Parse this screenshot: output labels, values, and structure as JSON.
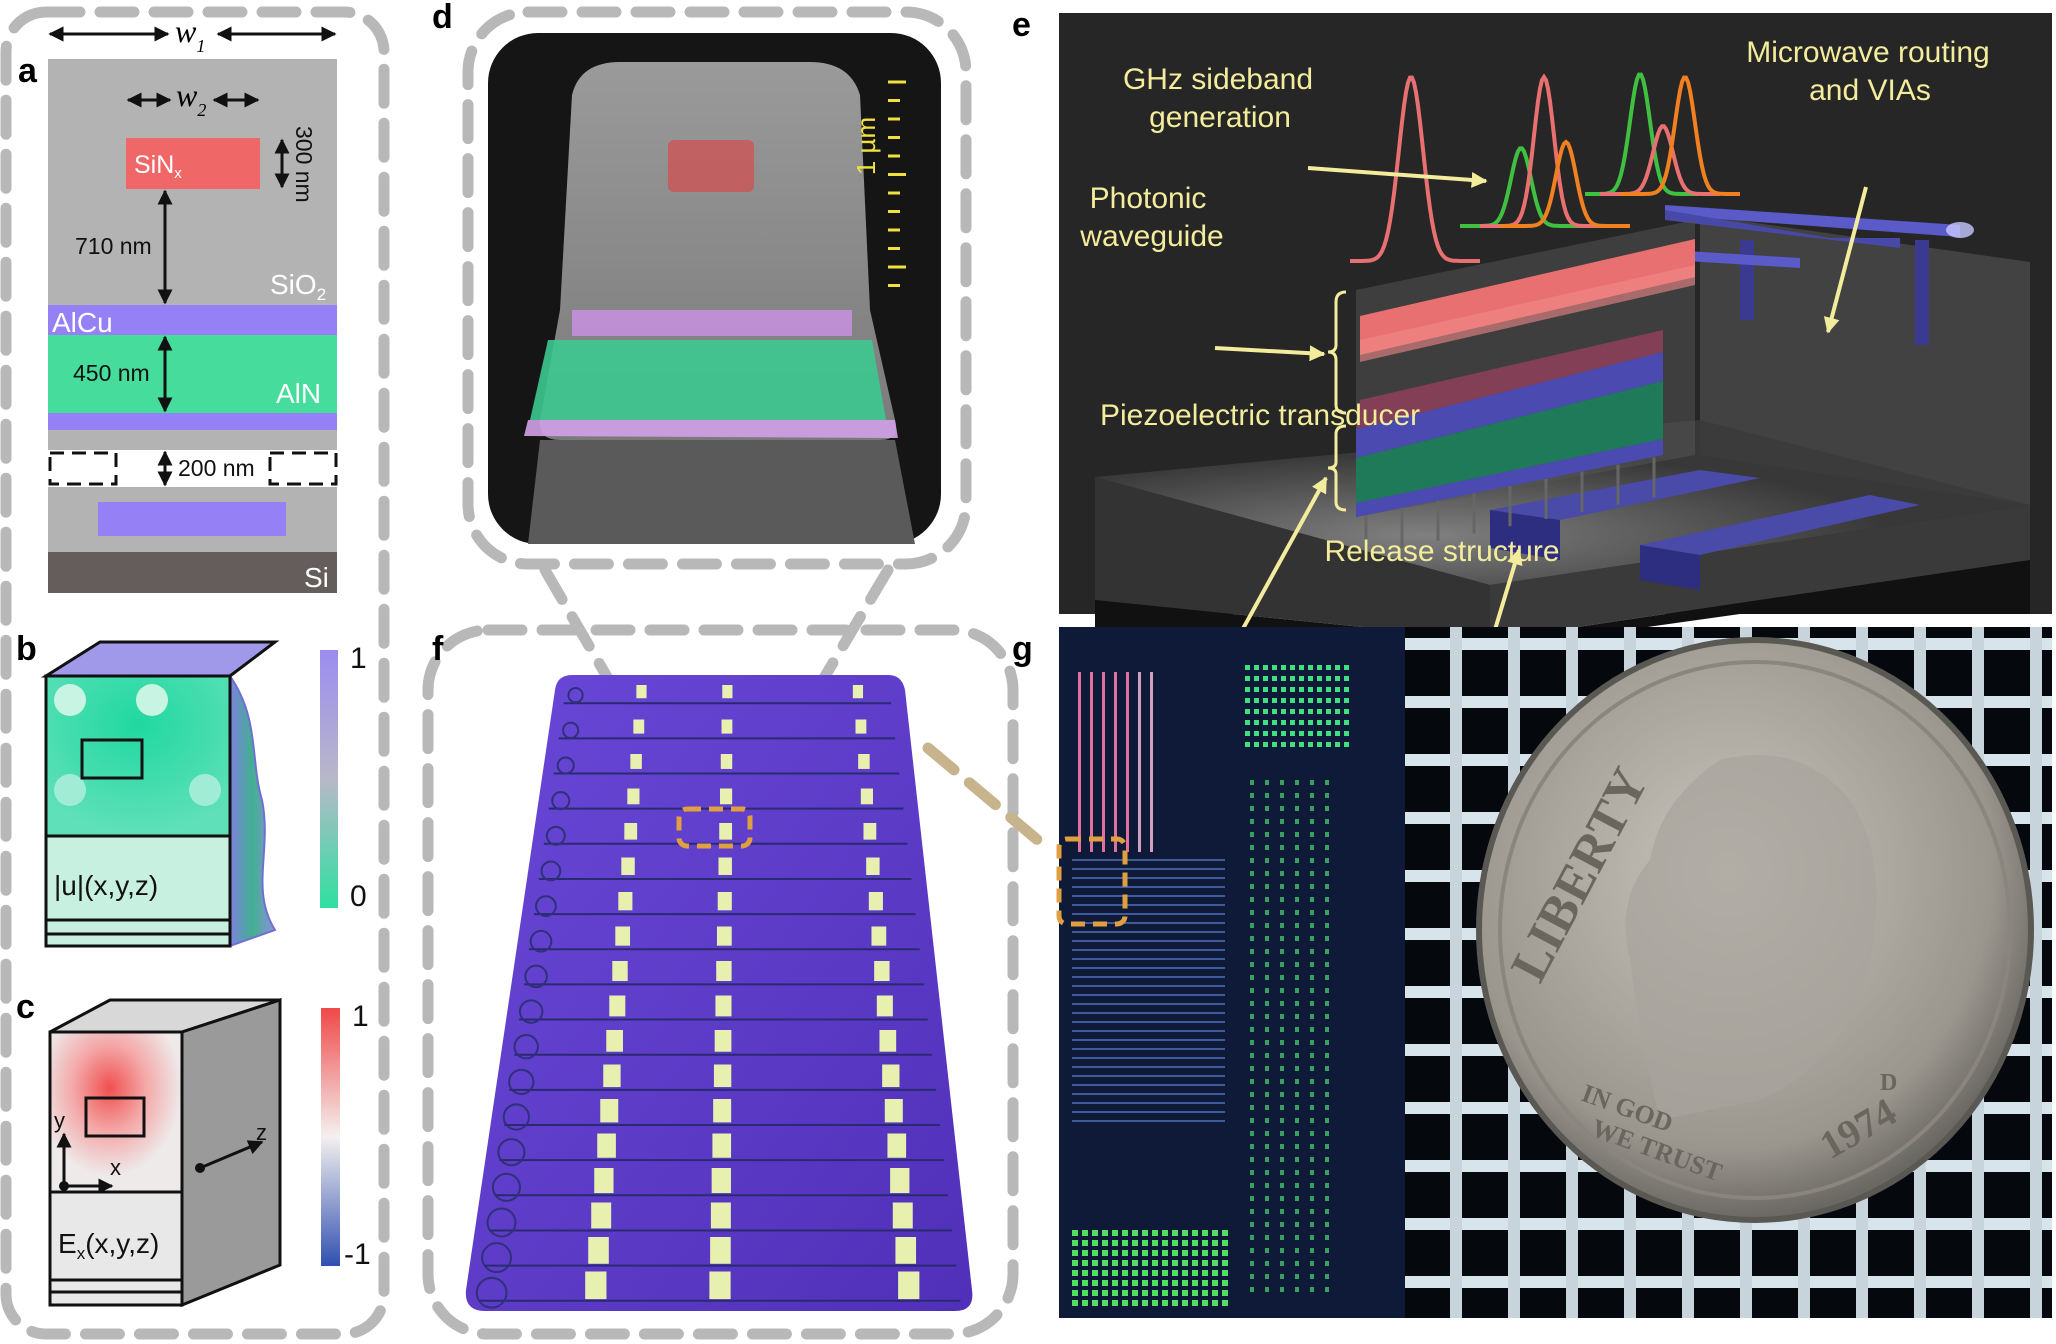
{
  "panel_labels": {
    "a": "a",
    "b": "b",
    "c": "c",
    "d": "d",
    "e": "e",
    "f": "f",
    "g": "g"
  },
  "panel_a": {
    "w1": {
      "main": "w",
      "sub": "1"
    },
    "w2": {
      "main": "w",
      "sub": "2"
    },
    "thickness_sinx": "300 nm",
    "gap_sinx_alcu": "710 nm",
    "thickness_aln": "450 nm",
    "release_gap": "200 nm",
    "materials": {
      "sinx": {
        "main": "SiN",
        "sub": "x"
      },
      "sio2": {
        "main": "SiO",
        "sub": "2"
      },
      "alcu": "AlCu",
      "aln": "AlN",
      "si": "Si"
    },
    "colors": {
      "sio2": "#b3b3b3",
      "sinx": "#ef6767",
      "alcu": "#9580f5",
      "aln": "#45dc9c",
      "si": "#655c5c"
    }
  },
  "panel_b": {
    "field_label": "|u|(x,y,z)",
    "colorbar": {
      "max": "1",
      "min": "0",
      "colors": [
        "#9a8cf0",
        "#b8b8c8",
        "#2ee0a0"
      ]
    }
  },
  "panel_c": {
    "field_label": {
      "main": "E",
      "sub": "x",
      "rest": "(x,y,z)"
    },
    "axes": {
      "y": "y",
      "x": "x",
      "z": "z"
    },
    "colorbar": {
      "max": "1",
      "min": "-1",
      "colors": [
        "#f04848",
        "#f4f0f0",
        "#3050b0"
      ]
    }
  },
  "panel_d": {
    "scale_bar": "1 µm"
  },
  "panel_e": {
    "labels": {
      "sideband_1": "GHz sideband",
      "sideband_2": "generation",
      "waveguide_1": "Photonic",
      "waveguide_2": "waveguide",
      "routing_1": "Microwave routing",
      "routing_2": "and VIAs",
      "transducer": "Piezoelectric transducer",
      "release": "Release structure"
    },
    "annotation_color": "#f3ec9c"
  },
  "panel_g": {
    "coin_text": {
      "top": "LIBERTY",
      "motto_1": "IN GOD",
      "motto_2": "WE TRUST",
      "year": "1974",
      "mint": "D"
    }
  },
  "colors": {
    "dashed_frame": "#b8b8b8",
    "zoom_box": "#e0a040"
  }
}
